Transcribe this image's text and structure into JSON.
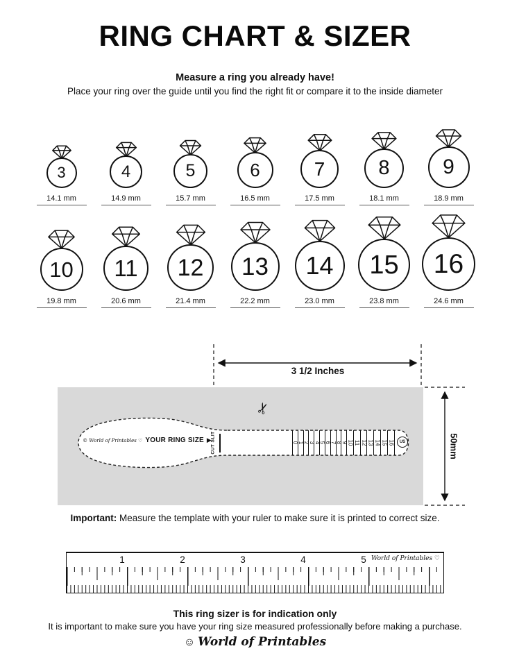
{
  "header": {
    "title": "RING CHART & SIZER",
    "instruction_bold": "Measure a ring you already have!",
    "instruction": "Place your ring over the guide until you find the right fit or compare it to the inside diameter"
  },
  "ring_chart": {
    "rows": [
      [
        {
          "size": "3",
          "diameter": "14.1 mm"
        },
        {
          "size": "4",
          "diameter": "14.9 mm"
        },
        {
          "size": "5",
          "diameter": "15.7 mm"
        },
        {
          "size": "6",
          "diameter": "16.5 mm"
        },
        {
          "size": "7",
          "diameter": "17.5 mm"
        },
        {
          "size": "8",
          "diameter": "18.1 mm"
        },
        {
          "size": "9",
          "diameter": "18.9 mm"
        }
      ],
      [
        {
          "size": "10",
          "diameter": "19.8 mm"
        },
        {
          "size": "11",
          "diameter": "20.6 mm"
        },
        {
          "size": "12",
          "diameter": "21.4 mm"
        },
        {
          "size": "13",
          "diameter": "22.2 mm"
        },
        {
          "size": "14",
          "diameter": "23.0 mm"
        },
        {
          "size": "15",
          "diameter": "23.8 mm"
        },
        {
          "size": "16",
          "diameter": "24.6 mm"
        }
      ]
    ]
  },
  "sizer": {
    "width_label": "3 1/2 Inches",
    "height_label": "50mm",
    "brand": "© World of Printables ♡",
    "your_ring_size_label": "YOUR RING SIZE",
    "arrow_icon": "▶",
    "cut_slit_label": "CUT SLIT",
    "scissors_icon": "✂",
    "scale_numbers": [
      "0",
      "1",
      "2",
      "3",
      "4",
      "5",
      "6",
      "7",
      "8",
      "9",
      "10",
      "11",
      "12",
      "13",
      "14",
      "15",
      "16"
    ],
    "us_label": "US"
  },
  "note": {
    "label": "Important:",
    "text": " Measure the template with your ruler to make sure it is printed to correct size."
  },
  "ruler": {
    "numbers": [
      "1",
      "2",
      "3",
      "4",
      "5"
    ],
    "brand": "World of Printables ♡"
  },
  "footer": {
    "bold_line": "This ring sizer is for indication only",
    "line": "It is important to make sure you have your ring size measured professionally before making a purchase.",
    "logo_icon": "☺",
    "logo_text": "World of Printables"
  },
  "colors": {
    "ink": "#111111",
    "sizer_background": "#d9d9d9"
  }
}
